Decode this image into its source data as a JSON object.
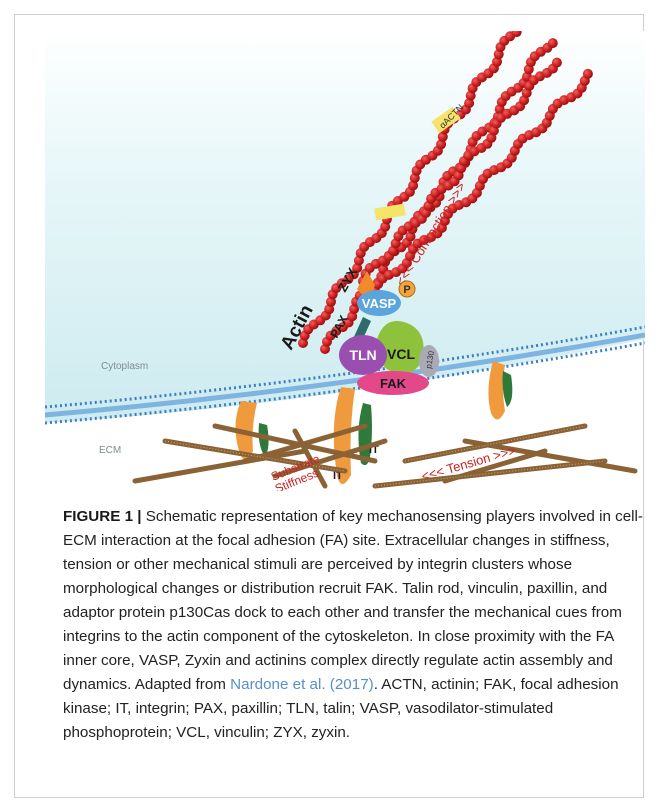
{
  "figure": {
    "labels": {
      "actin": "Actin",
      "actn": "αACTN",
      "contraction": "<<< Contraction >>>",
      "zyx": "ZYX",
      "vasp": "VASP",
      "p": "P",
      "pax": "PAX",
      "tln": "TLN",
      "vcl": "VCL",
      "p130": "p130",
      "fak": "FAK",
      "cytoplasm": "Cytoplasm",
      "ecm": "ECM",
      "it1": "IT",
      "it2": "IT",
      "tension": "<<< Tension >>>",
      "substrate": "Substrate",
      "stiffness": "Stiffness"
    },
    "colors": {
      "actin": "#cc1f1f",
      "cytoplasm_top": "#cfeef2",
      "membrane": "#3d7fc4",
      "talin": "#9a4fb0",
      "vinculin": "#8fc23c",
      "fak": "#e2488a",
      "vasp": "#5aa5dc",
      "integrin_orange": "#f09a3e",
      "integrin_green": "#2f7a3a",
      "ecm_fiber": "#8a6236"
    }
  },
  "caption": {
    "label": "FIGURE 1 |",
    "text_before_ref": "Schematic representation of key mechanosensing players involved in cell-ECM interaction at the focal adhesion (FA) site. Extracellular changes in stiffness, tension or other mechanical stimuli are perceived by integrin clusters whose morphological changes or distribution recruit FAK. Talin rod, vinculin, paxillin, and adaptor protein p130Cas dock to each other and transfer the mechanical cues from integrins to the actin component of the cytoskeleton. In close proximity with the FA inner core, VASP, Zyxin and actinins complex directly regulate actin assembly and dynamics. Adapted from",
    "ref": "Nardone et al. (2017)",
    "text_after_ref": ". ACTN, actinin; FAK, focal adhesion kinase; IT, integrin; PAX, paxillin; TLN, talin; VASP, vasodilator-stimulated phosphoprotein; VCL, vinculin; ZYX, zyxin."
  }
}
